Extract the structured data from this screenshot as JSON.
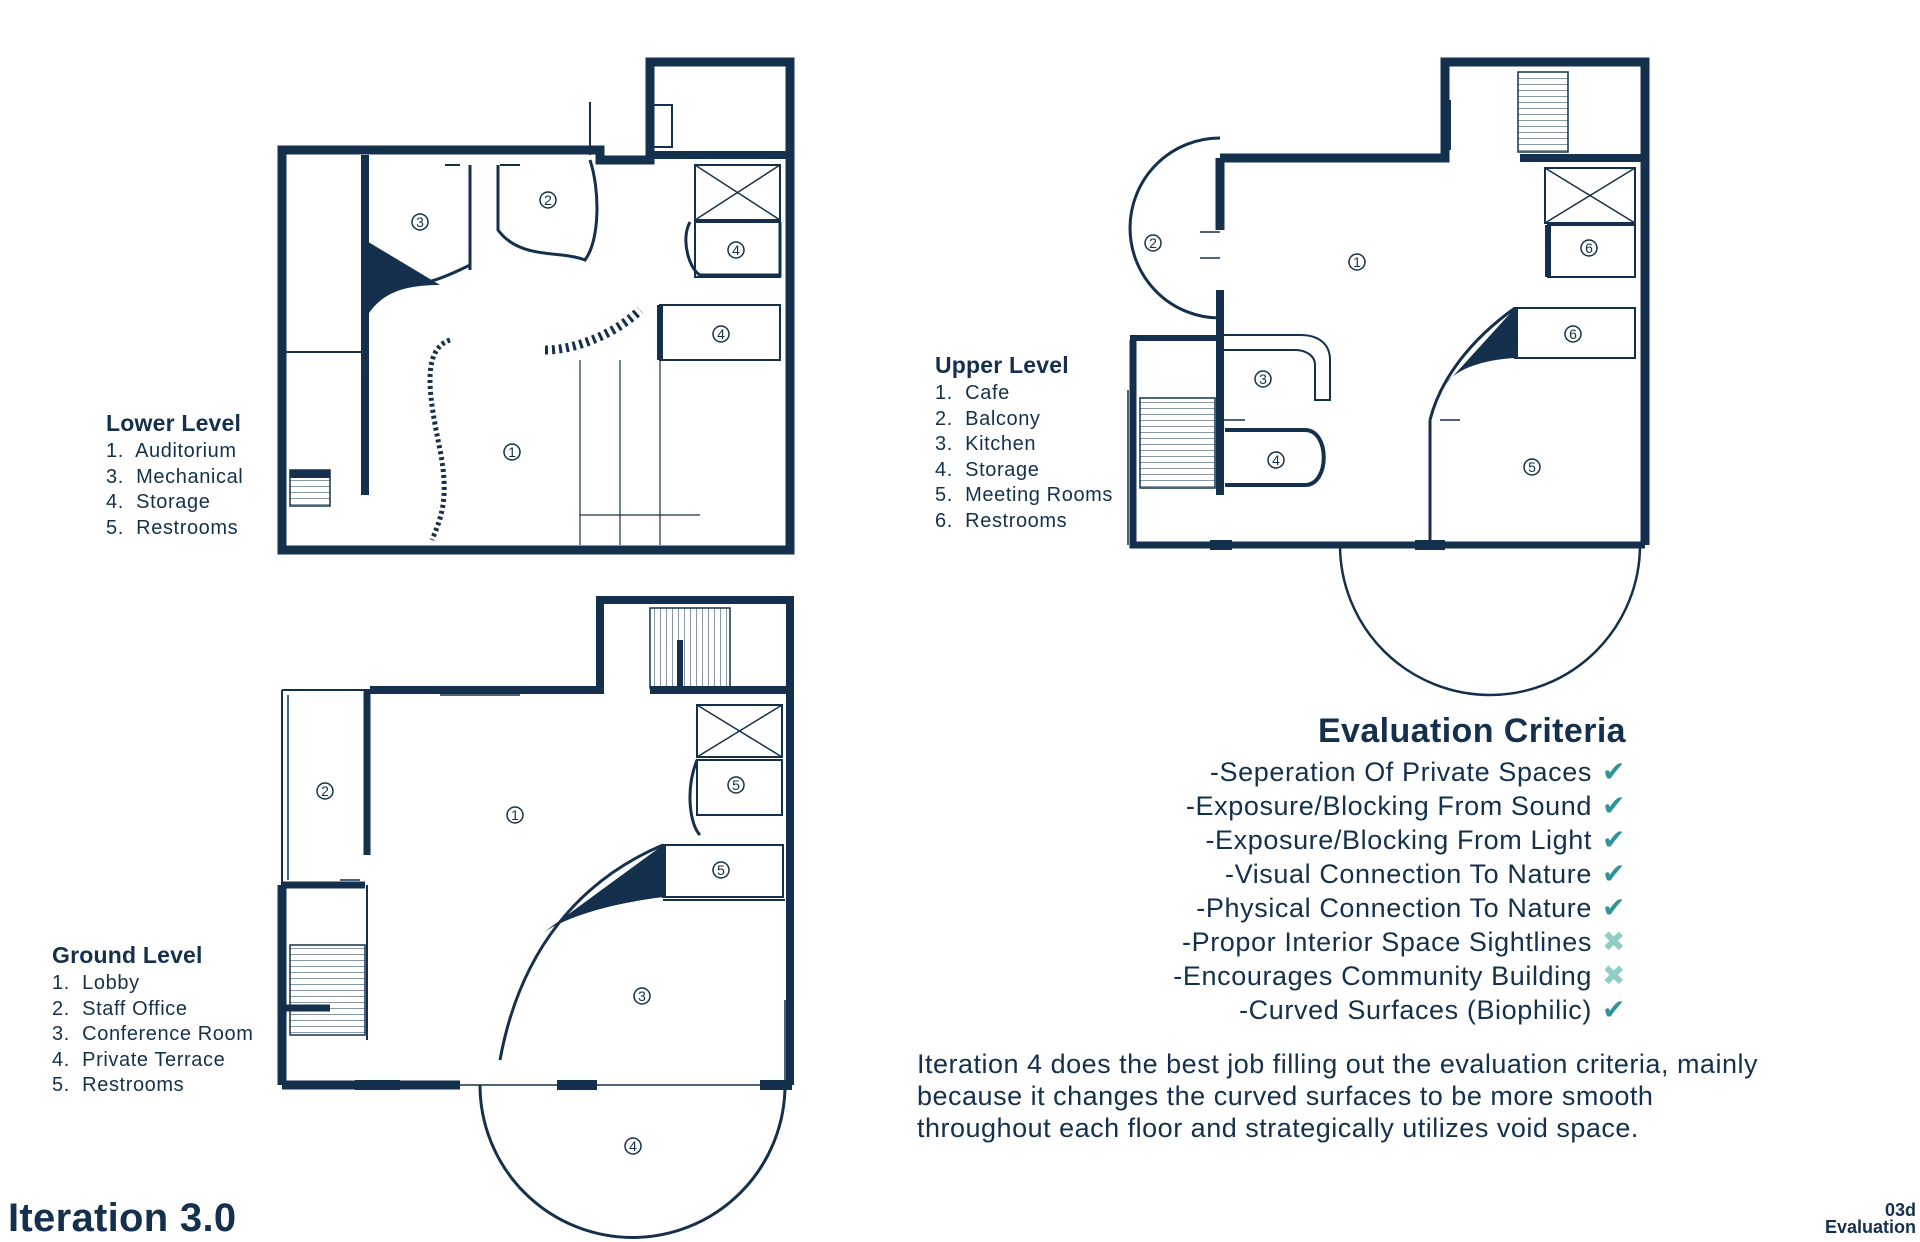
{
  "page_title": "Iteration 3.0",
  "section": {
    "code": "03d",
    "name": "Evaluation"
  },
  "plans": {
    "lower": {
      "title": "Lower Level",
      "items": [
        {
          "num": "1.",
          "label": "Auditorium"
        },
        {
          "num": "3.",
          "label": "Mechanical"
        },
        {
          "num": "4.",
          "label": "Storage"
        },
        {
          "num": "5.",
          "label": "Restrooms"
        }
      ],
      "room_tags": [
        "1",
        "2",
        "3",
        "4",
        "4"
      ]
    },
    "upper": {
      "title": "Upper Level",
      "items": [
        {
          "num": "1.",
          "label": "Cafe"
        },
        {
          "num": "2.",
          "label": "Balcony"
        },
        {
          "num": "3.",
          "label": "Kitchen"
        },
        {
          "num": "4.",
          "label": "Storage"
        },
        {
          "num": "5.",
          "label": "Meeting Rooms"
        },
        {
          "num": "6.",
          "label": "Restrooms"
        }
      ],
      "room_tags": [
        "1",
        "2",
        "3",
        "4",
        "5",
        "6",
        "6"
      ]
    },
    "ground": {
      "title": "Ground Level",
      "items": [
        {
          "num": "1.",
          "label": "Lobby"
        },
        {
          "num": "2.",
          "label": "Staff Office"
        },
        {
          "num": "3.",
          "label": "Conference Room"
        },
        {
          "num": "4.",
          "label": "Private Terrace"
        },
        {
          "num": "5.",
          "label": "Restrooms"
        }
      ],
      "room_tags": [
        "1",
        "2",
        "3",
        "4",
        "5",
        "5"
      ]
    }
  },
  "criteria": {
    "title": "Evaluation Criteria",
    "items": [
      {
        "label": "-Seperation Of Private Spaces",
        "mark": "✔",
        "status": "pass"
      },
      {
        "label": "-Exposure/Blocking From Sound",
        "mark": "✔",
        "status": "pass"
      },
      {
        "label": "-Exposure/Blocking From Light",
        "mark": "✔",
        "status": "pass"
      },
      {
        "label": "-Visual Connection To Nature",
        "mark": "✔",
        "status": "pass"
      },
      {
        "label": "-Physical Connection To Nature",
        "mark": "✔",
        "status": "pass"
      },
      {
        "label": "-Propor Interior Space Sightlines",
        "mark": "✖",
        "status": "fail"
      },
      {
        "label": "-Encourages Community Building",
        "mark": "✖",
        "status": "fail"
      },
      {
        "label": "-Curved Surfaces (Biophilic)",
        "mark": "✔",
        "status": "pass"
      }
    ]
  },
  "summary": "Iteration 4 does the best job filling out the evaluation criteria, mainly because it changes the curved surfaces to be more smooth throughout each floor and strategically utilizes void space.",
  "colors": {
    "ink": "#14304d",
    "pass": "#2f9399",
    "fail": "#8fcfc3",
    "background": "#ffffff"
  }
}
